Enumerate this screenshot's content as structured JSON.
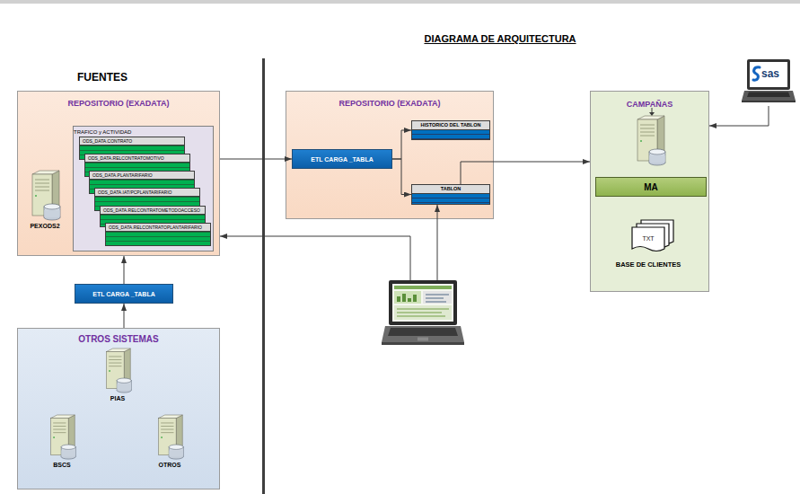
{
  "diagram": {
    "title": "DIAGRAMA DE ARQUITECTURA",
    "nodes": [
      {
        "text": [
          "REPOSITORIO (EXADATA)"
        ]
      },
      {
        "text": [
          "TRAFICO y ACTIVIDAD"
        ],
        "in": 0
      },
      {
        "text": [
          "ODS_DATA.CONTRATO"
        ],
        "in": 1
      },
      {
        "text": [
          "ODS_DATA.RELCONTRATOMOTIVO"
        ],
        "in": 1
      },
      {
        "text": [
          "ODS_DATA.PLANTARIFARIO"
        ],
        "in": 1
      },
      {
        "text": [
          "ODS_DATA.IAT/PCPLANTARIFARIO"
        ],
        "in": 1
      },
      {
        "text": [
          "ODS_DATA.RELCONTRATOMETODOACCESO"
        ],
        "in": 1
      },
      {
        "text": [
          "ODS_DATA.RELCONTRATOPLANTARIFARIO"
        ],
        "in": 1
      },
      {
        "text": [
          "PEXODS2"
        ],
        "in": 0
      },
      {
        "text": [
          "ETL CARGA _TABLA"
        ]
      },
      {
        "text": [
          "OTROS SISTEMAS"
        ]
      },
      {
        "text": [
          "PIAS"
        ],
        "in": 10
      },
      {
        "text": [
          "BSCS"
        ],
        "in": 10
      },
      {
        "text": [
          "OTROS"
        ],
        "in": 10
      },
      {
        "text": [
          "REPOSITORIO (EXADATA)"
        ]
      },
      {
        "text": [
          "ETL CARGA _TABLA"
        ],
        "in": 14
      },
      {
        "text": [
          "HISTORICO DEL TABLON"
        ],
        "in": 14
      },
      {
        "text": [
          "TABLON"
        ],
        "in": 14
      },
      {
        "text": [
          "CAMPAÑAS"
        ]
      },
      {
        "text": [
          "MA"
        ],
        "in": 18
      },
      {
        "text": [
          "TXT",
          "BASE DE CLIENTES"
        ],
        "in": 18
      },
      {
        "text": [
          "sas"
        ]
      },
      {
        "text": []
      }
    ],
    "edges": [
      {
        "from": 0,
        "to": 15,
        "arrow": "to"
      },
      {
        "from": 15,
        "to": 16,
        "arrow": "to"
      },
      {
        "from": 15,
        "to": 17,
        "arrow": "to"
      },
      {
        "from": 17,
        "to": 18,
        "arrow": "to"
      },
      {
        "from": 22,
        "to": 0,
        "arrow": "to"
      },
      {
        "from": 22,
        "to": 17,
        "arrow": "to"
      },
      {
        "from": 21,
        "to": 18,
        "arrow": "to"
      },
      {
        "from": 10,
        "to": 9,
        "arrow": "to"
      },
      {
        "from": 9,
        "to": 0,
        "arrow": "to"
      }
    ],
    "labels": [
      "FUENTES"
    ]
  }
}
